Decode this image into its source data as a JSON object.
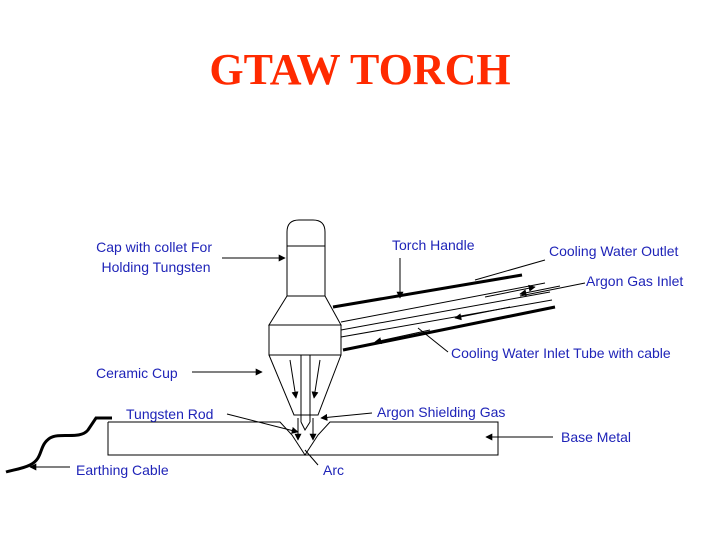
{
  "title": "GTAW TORCH",
  "colors": {
    "title": "#ff2a00",
    "label": "#1f24b8",
    "line": "#000000"
  },
  "labels": {
    "cap_line1": "Cap with collet For",
    "cap_line2": "Holding Tungsten",
    "torch_handle": "Torch Handle",
    "cooling_water_outlet": "Cooling Water Outlet",
    "argon_gas_inlet": "Argon Gas Inlet",
    "ceramic_cup": "Ceramic Cup",
    "cooling_water_inlet": "Cooling Water Inlet Tube with cable",
    "tungsten_rod": "Tungsten Rod",
    "argon_shielding_gas": "Argon Shielding Gas",
    "base_metal": "Base Metal",
    "earthing_cable": "Earthing Cable",
    "arc": "Arc"
  }
}
